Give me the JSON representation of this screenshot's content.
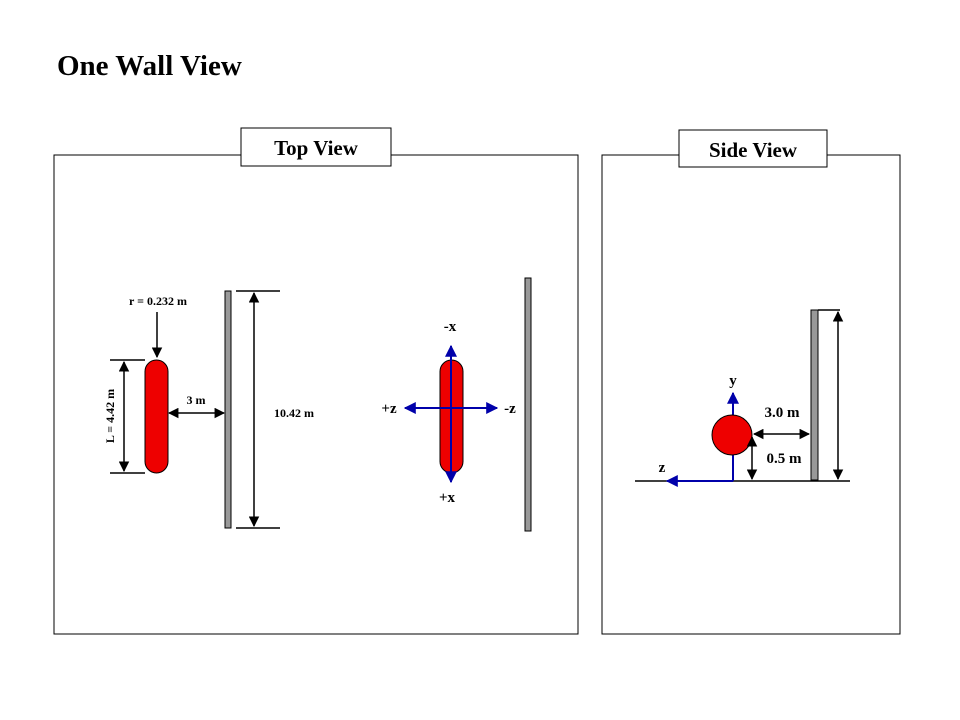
{
  "title": "One Wall View",
  "top_view": {
    "label": "Top View",
    "radius_label": "r = 0.232 m",
    "length_label": "L = 4.42 m",
    "gap_label": "3 m",
    "wall_height_label": "10.42 m",
    "axis_neg_x": "-x",
    "axis_pos_x": "+x",
    "axis_pos_z": "+z",
    "axis_neg_z": "-z"
  },
  "side_view": {
    "label": "Side View",
    "axis_y": "y",
    "axis_z": "z",
    "distance_label": "3.0 m",
    "height_label": "0.5 m"
  },
  "colors": {
    "body": "#ee0000",
    "wall": "#999999",
    "axes": "#0000aa"
  }
}
